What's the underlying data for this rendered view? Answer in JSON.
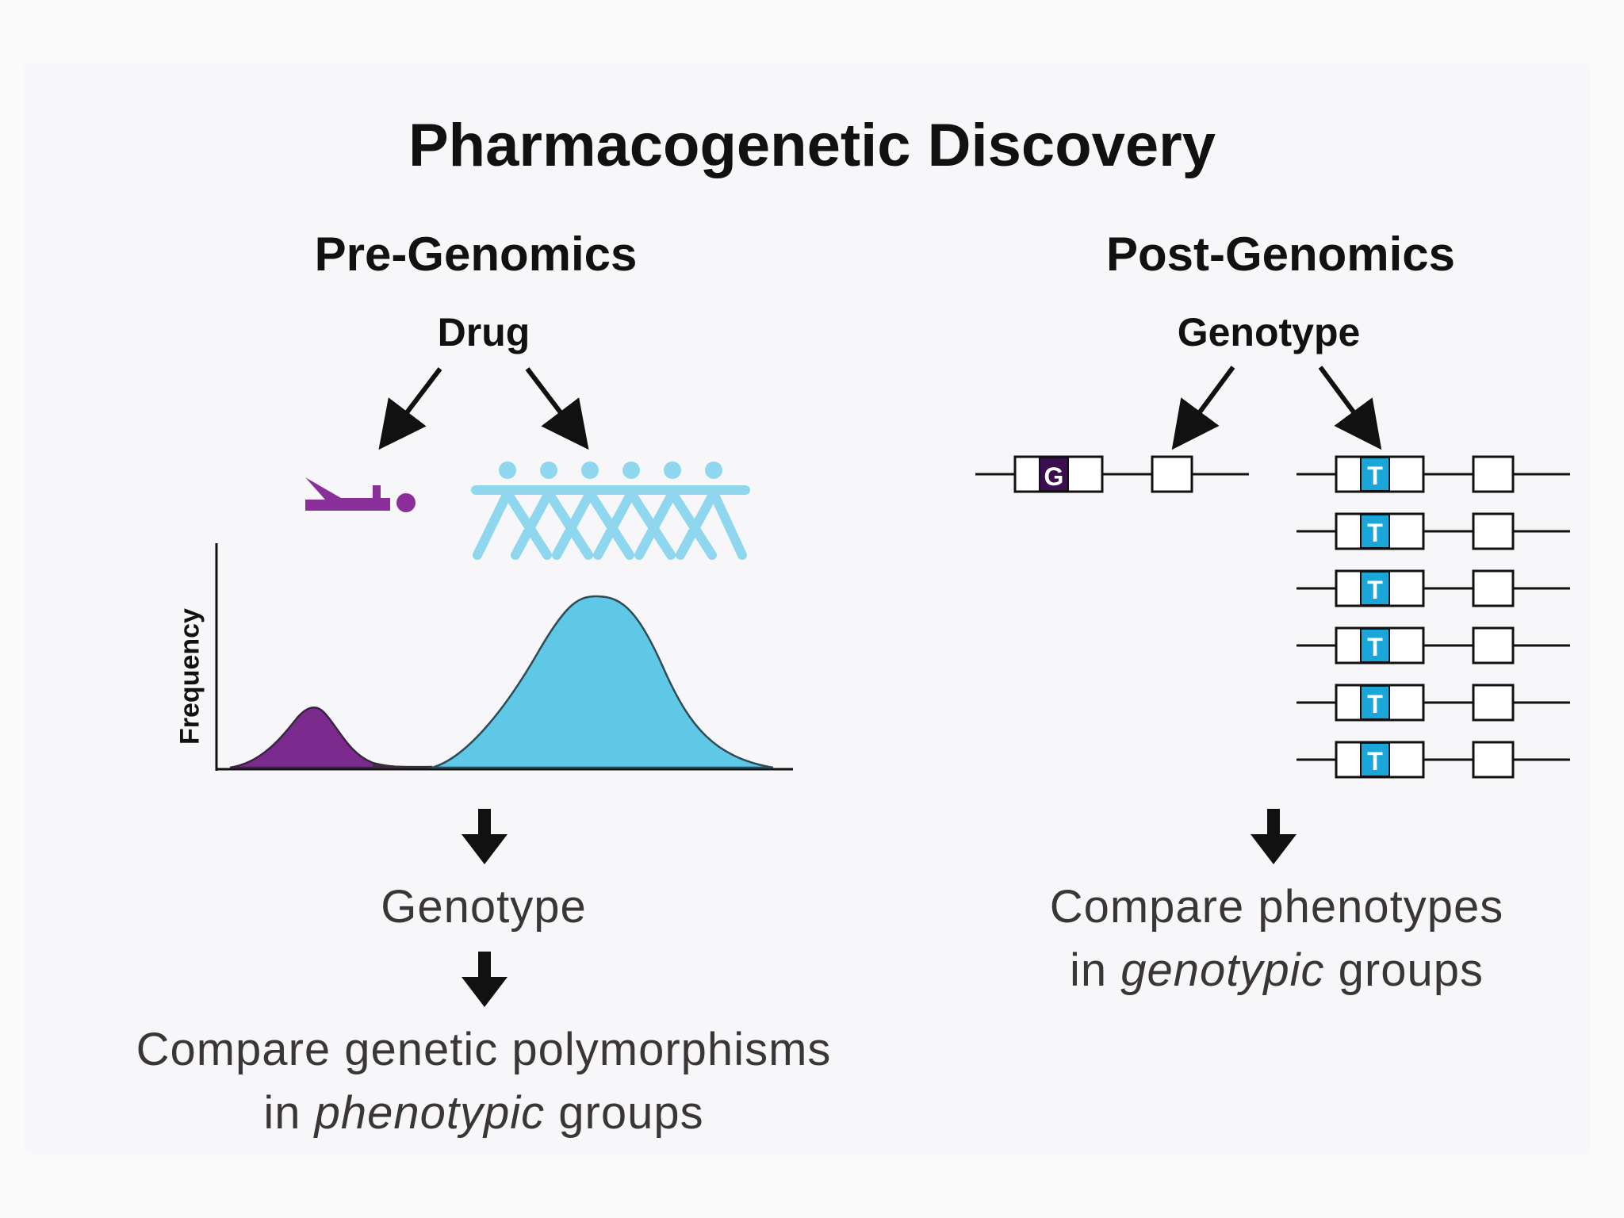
{
  "title": "Pharmacogenetic Discovery",
  "pre": {
    "heading": "Pre-Genomics",
    "top_label": "Drug",
    "ylabel": "Frequency",
    "step1": "Genotype",
    "result_line1": "Compare genetic polymorphisms",
    "result_line2_pre": "in ",
    "result_line2_em": "phenotypic",
    "result_line2_post": " groups",
    "colors": {
      "minority": "#7b2a8e",
      "majority": "#5ec8e6",
      "people": "#8fd6ef"
    }
  },
  "post": {
    "heading": "Post-Genomics",
    "top_label": "Genotype",
    "allele_minor": "G",
    "allele_major": "T",
    "result_line1": "Compare phenotypes",
    "result_line2_pre": "in ",
    "result_line2_em": "genotypic",
    "result_line2_post": " groups",
    "colors": {
      "minor_allele": "#3b0f4f",
      "major_allele": "#1aa6d8"
    }
  }
}
